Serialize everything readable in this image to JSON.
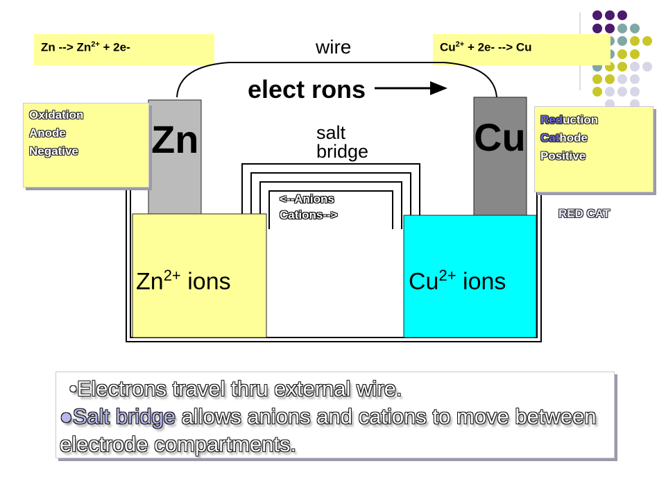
{
  "equations": {
    "anode": "Zn --> Zn",
    "anode_sup": "2+",
    "anode_rest": " + 2e-",
    "cathode": "Cu",
    "cathode_sup": "2+",
    "cathode_rest": " + 2e- --> Cu"
  },
  "wire": {
    "label": "wire",
    "electrons_label": "elect rons"
  },
  "electrodes": {
    "left": "Zn",
    "right": "Cu"
  },
  "salt_bridge": {
    "line1": "salt",
    "line2": "bridge",
    "anions": "<--Anions",
    "cations": "Cations-->"
  },
  "anode_box": {
    "line1": "Oxidation",
    "line2": "Anode",
    "line3": "Negative"
  },
  "cathode_box": {
    "line1_hl": "Red",
    "line1_rest": "uction",
    "line2_hl": "Cat",
    "line2_rest": "hode",
    "line3": "Positive"
  },
  "mnemonic": "RED CAT",
  "solutions": {
    "left_base": "Zn",
    "left_sup": "2+",
    "left_rest": " ions",
    "right_base": "Cu",
    "right_sup": "2+",
    "right_rest": " ions"
  },
  "bullets": {
    "b1": "Electrons travel thru external wire.",
    "b2_hl": "Salt bridge",
    "b2_rest": " allows anions and cations to move between electrode compartments."
  },
  "colors": {
    "yellow_box": "#ffff99",
    "cyan_solution": "#00ffff",
    "zn_electrode": "#bbbbbb",
    "cu_electrode": "#888888",
    "purple_dot": "#4b1a6e",
    "teal_dot": "#7fa7a4",
    "olive_dot": "#c7c72a",
    "lavender_dot": "#d6d6e6"
  }
}
